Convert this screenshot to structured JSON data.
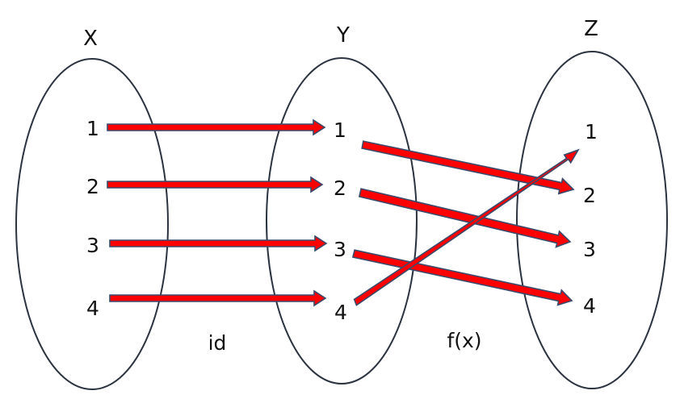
{
  "sets": [
    {
      "name": "X",
      "elements": [
        "1",
        "2",
        "3",
        "4"
      ]
    },
    {
      "name": "Y",
      "elements": [
        "1",
        "2",
        "3",
        "4"
      ]
    },
    {
      "name": "Z",
      "elements": [
        "1",
        "2",
        "3",
        "4"
      ]
    }
  ],
  "mappings": [
    {
      "label": "id",
      "from": "X",
      "to": "Y",
      "pairs": [
        [
          1,
          1
        ],
        [
          2,
          2
        ],
        [
          3,
          3
        ],
        [
          4,
          4
        ]
      ]
    },
    {
      "label": "f(x)",
      "from": "Y",
      "to": "Z",
      "pairs": [
        [
          1,
          2
        ],
        [
          2,
          3
        ],
        [
          3,
          4
        ],
        [
          4,
          1
        ]
      ]
    }
  ],
  "colors": {
    "arrow_fill": "#ff0000",
    "arrow_stroke": "#3a4a6b",
    "ellipse_stroke": "#2b3340"
  }
}
